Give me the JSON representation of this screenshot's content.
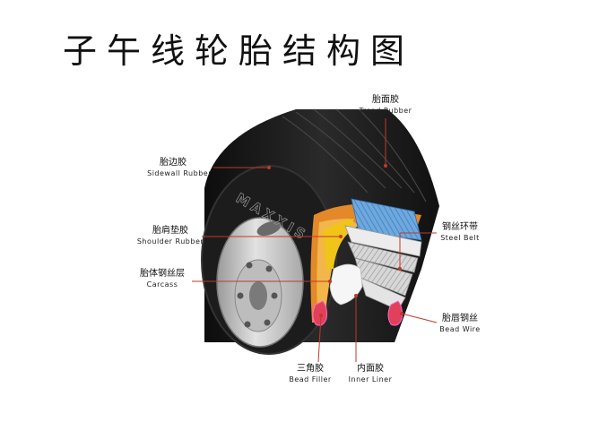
{
  "title": "子午线轮胎结构图",
  "tire_brand": "MAXXIS",
  "labels": {
    "tread_rubber": {
      "zh": "胎面胶",
      "en": "Tread Rubber"
    },
    "sidewall_rubber": {
      "zh": "胎边胶",
      "en": "Sidewall Rubber"
    },
    "shoulder_rubber": {
      "zh": "胎肩垫胶",
      "en": "Shoulder Rubber"
    },
    "carcass": {
      "zh": "胎体钢丝层",
      "en": "Carcass"
    },
    "steel_belt": {
      "zh": "钢丝环带",
      "en": "Steel Belt"
    },
    "bead_wire": {
      "zh": "胎唇钢丝",
      "en": "Bead Wire"
    },
    "bead_filler": {
      "zh": "三角胶",
      "en": "Bead Filler"
    },
    "inner_liner": {
      "zh": "内面胶",
      "en": "Inner Liner"
    }
  },
  "colors": {
    "leader_line": "#c0392b",
    "tire_rubber": "#161616",
    "rim": "#c8c8c8",
    "steel_belt": "#5b9bd5",
    "bead_filler": "#f0c419",
    "carcass_layer": "#e3892a"
  }
}
